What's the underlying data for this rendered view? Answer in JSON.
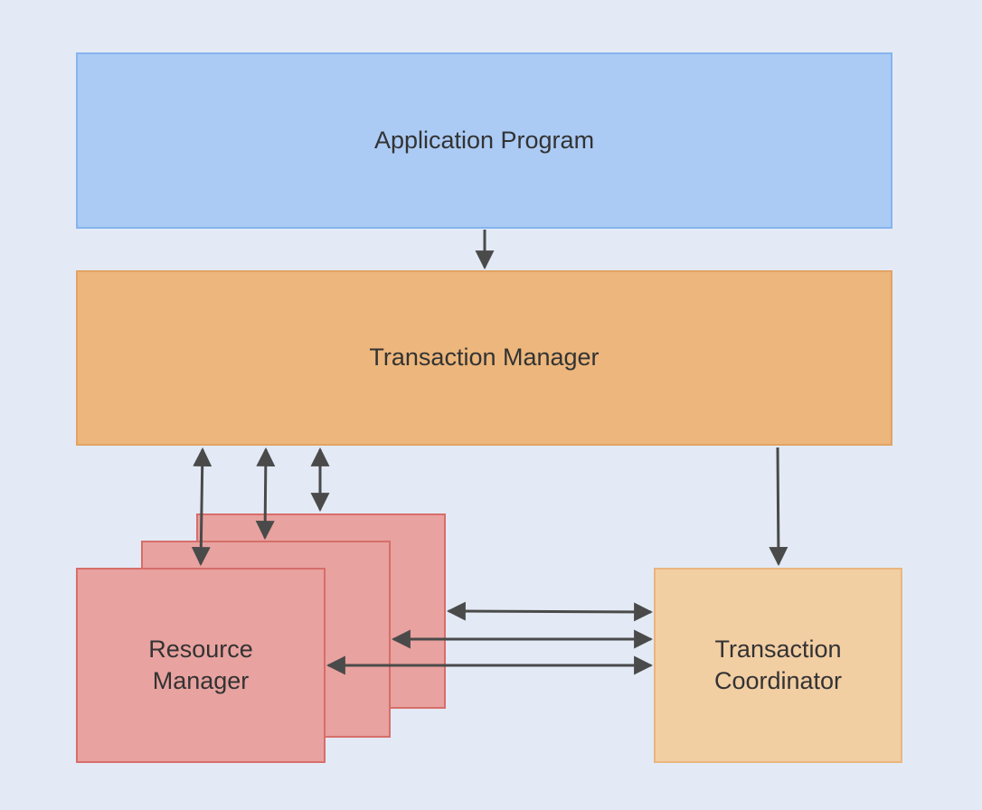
{
  "diagram": {
    "nodes": {
      "application_program": {
        "label": "Application Program",
        "color": "#abcbf5"
      },
      "transaction_manager": {
        "label": "Transaction Manager",
        "color": "#ecb67c"
      },
      "resource_manager": {
        "label_line1": "Resource",
        "label_line2": "Manager",
        "color": "#e8a29f",
        "stack_count": 3
      },
      "transaction_coordinator": {
        "label_line1": "Transaction",
        "label_line2": "Coordinator",
        "color": "#f2cea3"
      }
    },
    "edges": [
      {
        "from": "application_program",
        "to": "transaction_manager",
        "direction": "one-way"
      },
      {
        "from": "transaction_manager",
        "to": "resource_manager",
        "direction": "two-way",
        "count": 3
      },
      {
        "from": "transaction_manager",
        "to": "transaction_coordinator",
        "direction": "one-way"
      },
      {
        "from": "resource_manager",
        "to": "transaction_coordinator",
        "direction": "two-way",
        "count": 3
      }
    ],
    "arrow_color": "#4a4a4a"
  }
}
